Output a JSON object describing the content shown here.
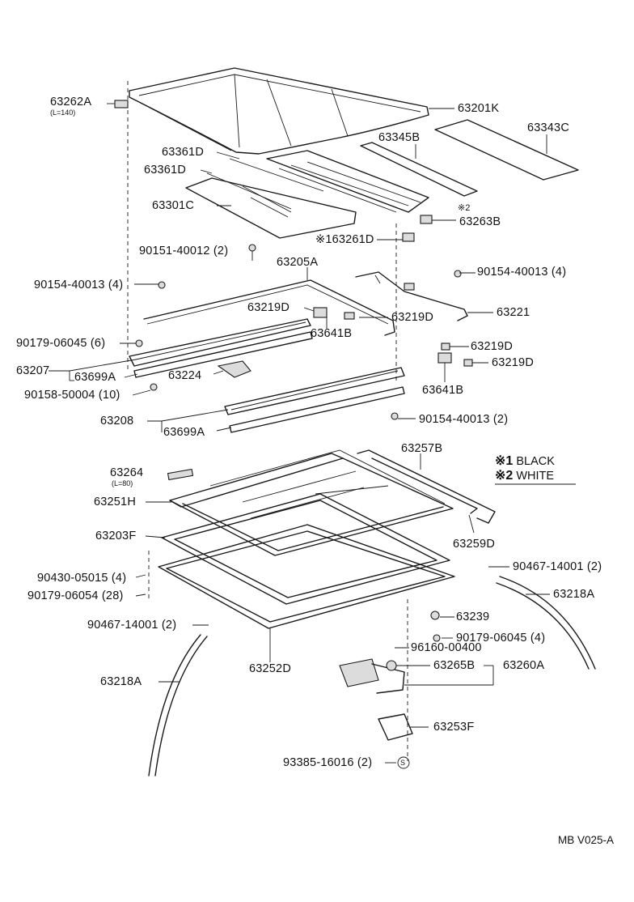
{
  "labels": {
    "p63262A": "63262A",
    "p63262A_len": "(L=140)",
    "p63201K": "63201K",
    "p63343C": "63343C",
    "p63345B": "63345B",
    "p63361D_1": "63361D",
    "p63361D_2": "63361D",
    "p63301C": "63301C",
    "mark2_small": "※2",
    "p63263B": "63263B",
    "p163261D": "※163261D",
    "p90151": "90151-40012 (2)",
    "p63205A": "63205A",
    "p90154_4": "90154-40013 (4)",
    "p90154_4r": "90154-40013 (4)",
    "p63219D_1": "63219D",
    "p63219D_2": "63219D",
    "p63221": "63221",
    "p63641B_1": "63641B",
    "p90179_6": "90179-06045 (6)",
    "p63219D_3": "63219D",
    "p63219D_4": "63219D",
    "p63207": "63207",
    "p63699A_1": "63699A",
    "p63224": "63224",
    "p90158": "90158-50004 (10)",
    "p63641B_2": "63641B",
    "p63208": "63208",
    "p63699A_2": "63699A",
    "p90154_2": "90154-40013 (2)",
    "p63257B": "63257B",
    "p63264": "63264",
    "p63264_len": "(L=80)",
    "p63251H": "63251H",
    "p63203F": "63203F",
    "p63259D": "63259D",
    "p90430": "90430-05015 (4)",
    "p90179_28": "90179-06054 (28)",
    "p90467_r": "90467-14001 (2)",
    "p63218A_r": "63218A",
    "p63239": "63239",
    "p90467_l": "90467-14001 (2)",
    "p90179_4": "90179-06045 (4)",
    "p96160": "96160-00400",
    "p63252D": "63252D",
    "p63265B": "63265B",
    "p63260A": "63260A",
    "p63218A_l": "63218A",
    "p63253F": "63253F",
    "p93385": "93385-16016 (2)",
    "s_circle": "S"
  },
  "legend": {
    "mark1": "※1",
    "mark1_text": "BLACK",
    "mark2": "※2",
    "mark2_text": "WHITE"
  },
  "diagram_code": "MB V025-A"
}
